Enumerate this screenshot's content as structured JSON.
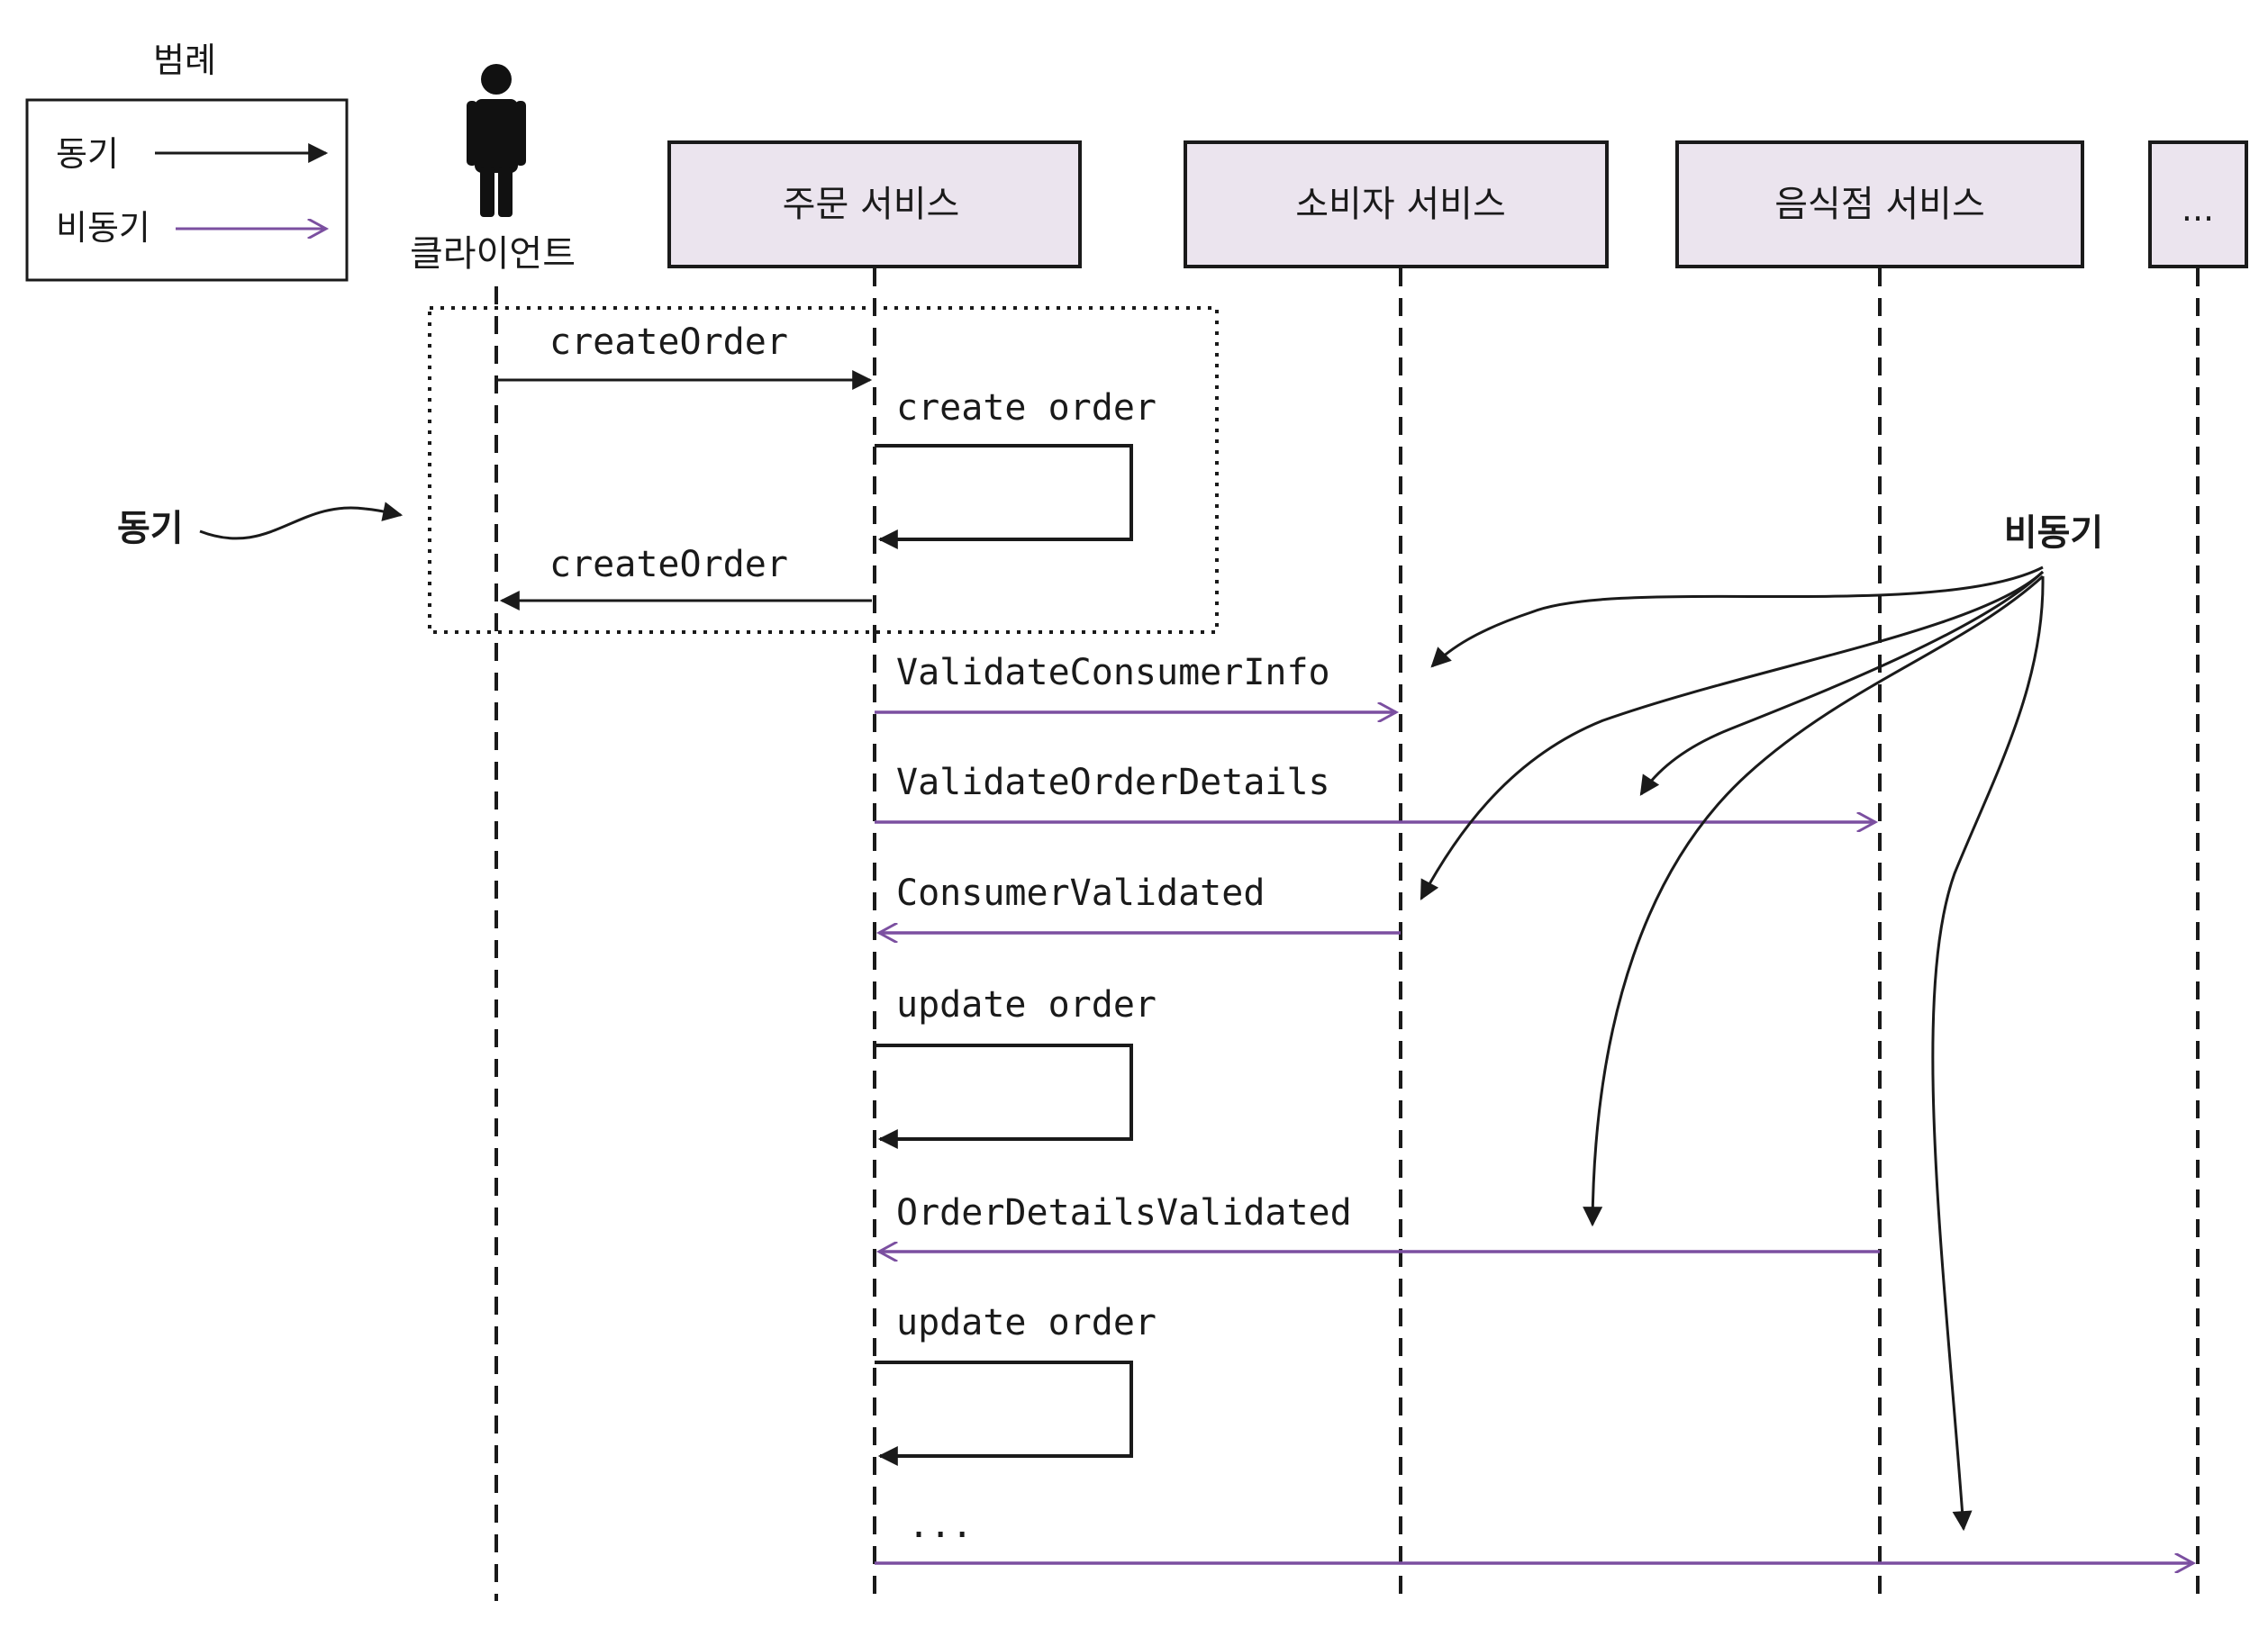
{
  "legend": {
    "title": "범례",
    "sync_label": "동기",
    "async_label": "비동기"
  },
  "client": {
    "label": "클라이언트"
  },
  "services": [
    {
      "name": "주문 서비스"
    },
    {
      "name": "소비자 서비스"
    },
    {
      "name": "음식점 서비스"
    },
    {
      "name": "..."
    }
  ],
  "messages": [
    {
      "label": "createOrder"
    },
    {
      "label": "create order"
    },
    {
      "label": "createOrder"
    },
    {
      "label": "ValidateConsumerInfo"
    },
    {
      "label": "ValidateOrderDetails"
    },
    {
      "label": "ConsumerValidated"
    },
    {
      "label": "update order"
    },
    {
      "label": "OrderDetailsValidated"
    },
    {
      "label": "update order"
    },
    {
      "label": "..."
    }
  ],
  "annotations": {
    "sync": "동기",
    "async": "비동기"
  },
  "colors": {
    "sync_arrow": "#1a1a1a",
    "async_arrow": "#7b4fa0",
    "service_box_fill": "#ebe4ee"
  }
}
